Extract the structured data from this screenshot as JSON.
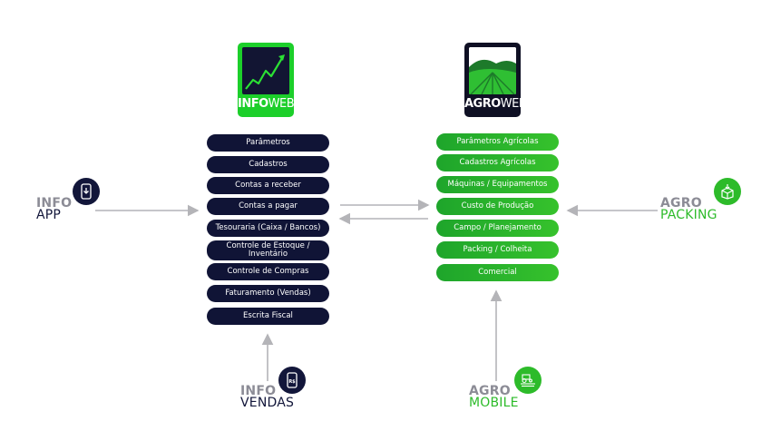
{
  "infoweb": {
    "logo_bold": "INFO",
    "logo_light": "WEB",
    "items": [
      "Parâmetros",
      "Cadastros",
      "Contas a receber",
      "Contas a pagar",
      "Tesouraria (Caixa / Bancos)",
      "Controle de Estoque / Inventário",
      "Controle de Compras",
      "Faturamento (Vendas)",
      "Escrita Fiscal"
    ]
  },
  "agroweb": {
    "logo_bold": "AGRO",
    "logo_light": "WEB",
    "items": [
      "Parâmetros Agrícolas",
      "Cadastros Agrícolas",
      "Máquinas / Equipamentos",
      "Custo de Produção",
      "Campo / Planejamento",
      "Packing / Colheita",
      "Comercial"
    ]
  },
  "info_app": {
    "line1": "INFO",
    "line2": "APP"
  },
  "info_vendas": {
    "line1": "INFO",
    "line2": "VENDAS",
    "icon_text": "R$"
  },
  "agro_packing": {
    "line1": "AGRO",
    "line2": "PACKING"
  },
  "agro_mobile": {
    "line1": "AGRO",
    "line2": "MOBILE"
  },
  "colors": {
    "dark": "#12163a",
    "green": "#2dbb2a",
    "arrow": "#b4b4b8"
  }
}
